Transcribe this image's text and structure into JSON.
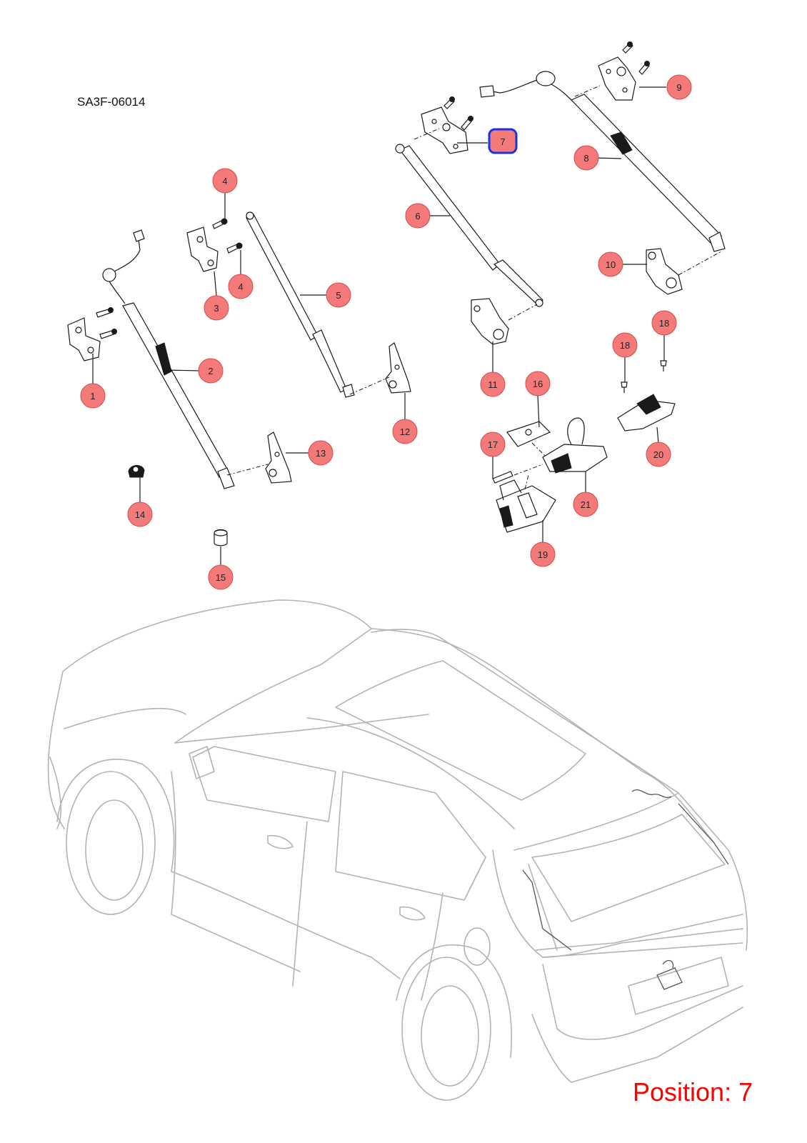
{
  "diagram_code": "SA3F-06014",
  "position_label": "Position: 7",
  "selected_callout": "7",
  "colors": {
    "callout_fill": "#f47a7a",
    "callout_stroke": "#d24b4b",
    "selected_outline": "#1a33e0",
    "position_text": "#ff0000",
    "car_outline": "#b3b3b3"
  },
  "callouts": [
    {
      "label": "1"
    },
    {
      "label": "2"
    },
    {
      "label": "3"
    },
    {
      "label": "4"
    },
    {
      "label": "4"
    },
    {
      "label": "5"
    },
    {
      "label": "6"
    },
    {
      "label": "8"
    },
    {
      "label": "9"
    },
    {
      "label": "10"
    },
    {
      "label": "11"
    },
    {
      "label": "12"
    },
    {
      "label": "13"
    },
    {
      "label": "14"
    },
    {
      "label": "15"
    },
    {
      "label": "16"
    },
    {
      "label": "17"
    },
    {
      "label": "18"
    },
    {
      "label": "18"
    },
    {
      "label": "19"
    },
    {
      "label": "20"
    },
    {
      "label": "21"
    }
  ]
}
